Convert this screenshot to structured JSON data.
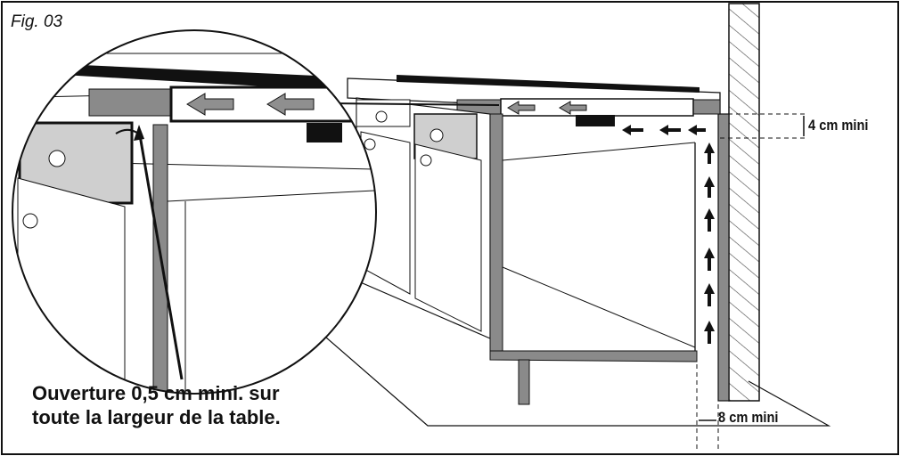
{
  "figure": {
    "label": "Fig. 03",
    "caption_line1": "Ouverture 0,5 cm mini. sur",
    "caption_line2": "toute la largeur de la table.",
    "dimension_top": "4 cm mini",
    "dimension_bottom": "8 cm mini"
  },
  "colors": {
    "line": "#111111",
    "worktop_dark": "#8a8a8a",
    "panel_grey": "#cfcfcf",
    "wall_hatch": "#444444",
    "arrow_grey": "#8f8f8f"
  },
  "icons": [
    "airflow-arrow-icon",
    "curved-arrow-icon",
    "vent-grille-icon"
  ]
}
